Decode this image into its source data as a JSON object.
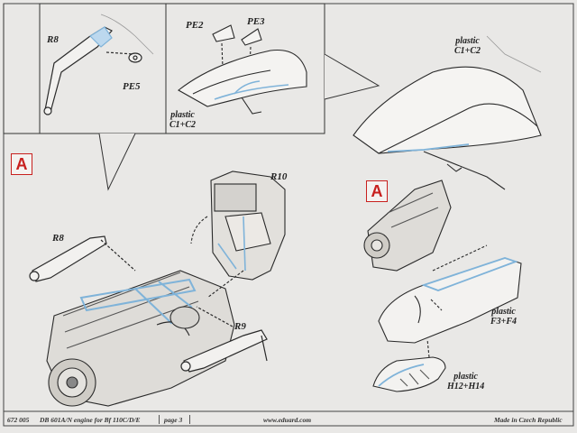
{
  "steps": {
    "a_left": "A",
    "a_right": "A"
  },
  "labels": {
    "r8_top": "R8",
    "pe5": "PE5",
    "pe2": "PE2",
    "pe3": "PE3",
    "plastic_c_inset": [
      "plastic",
      "C1+C2"
    ],
    "plastic_c_right": [
      "plastic",
      "C1+C2"
    ],
    "r10": "R10",
    "r8_main": "R8",
    "r9": "R9",
    "plastic_f": [
      "plastic",
      "F3+F4"
    ],
    "plastic_h": [
      "plastic",
      "H12+H14"
    ]
  },
  "footer": {
    "code": "672 005",
    "title": "DB 601A/N engine for Bf 110C/D/E",
    "page": "page 3",
    "site": "www.eduard.com",
    "origin": "Made in Czech Republic"
  },
  "colors": {
    "highlight": "#7fb3d9",
    "step_red": "#c8201e",
    "line": "#2a2a2a"
  }
}
